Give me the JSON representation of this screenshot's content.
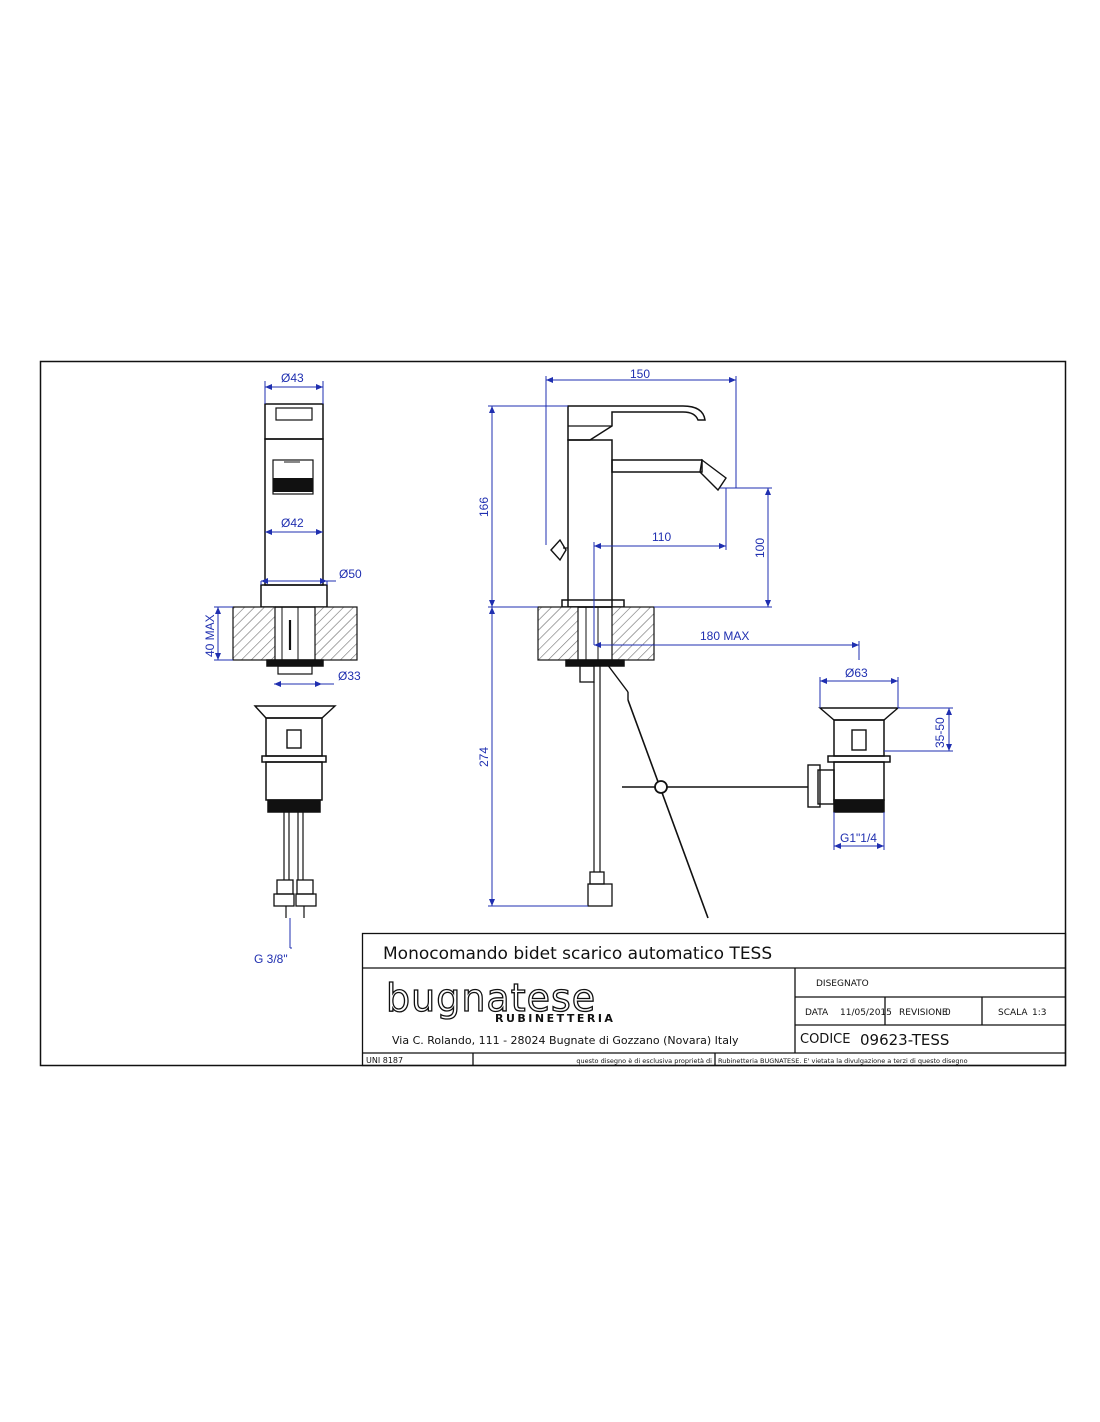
{
  "drawing": {
    "dimensions": {
      "side_top_diam": "Ø43",
      "side_body_diam": "Ø42",
      "side_base_diam": "Ø50",
      "side_height_max": "40 MAX",
      "side_hole_diam": "Ø33",
      "side_thread": "G 3/8\"",
      "front_width": "150",
      "front_height": "166",
      "front_spout_reach": "110",
      "front_spout_height": "100",
      "front_below_deck": "274",
      "front_drain_max": "180 MAX",
      "drain_top_diam": "Ø63",
      "drain_range": "35-50",
      "drain_thread": "G1\"1/4"
    },
    "colors": {
      "dimension": "#1f2fb0",
      "outline": "#111111",
      "hatch": "#777777"
    }
  },
  "title_block": {
    "title": "Monocomando bidet scarico automatico TESS",
    "brand": "bugnatese",
    "brand_sub": "RUBINETTERIA",
    "address": "Via C. Rolando, 111 - 28024 Bugnate di Gozzano (Novara) Italy",
    "disegnato_label": "DISEGNATO",
    "data_label": "DATA",
    "data_value": "11/05/2015",
    "revisione_label": "REVISIONE",
    "revisione_value": "0",
    "scala_label": "SCALA",
    "scala_value": "1:3",
    "codice_label": "CODICE",
    "codice_value": "09623-TESS",
    "standard": "UNI 8187",
    "disclaimer_left": "questo disegno è di esclusiva proprietà di",
    "disclaimer_right": "Rubinetteria BUGNATESE. E' vietata la divulgazione a terzi di questo disegno"
  }
}
